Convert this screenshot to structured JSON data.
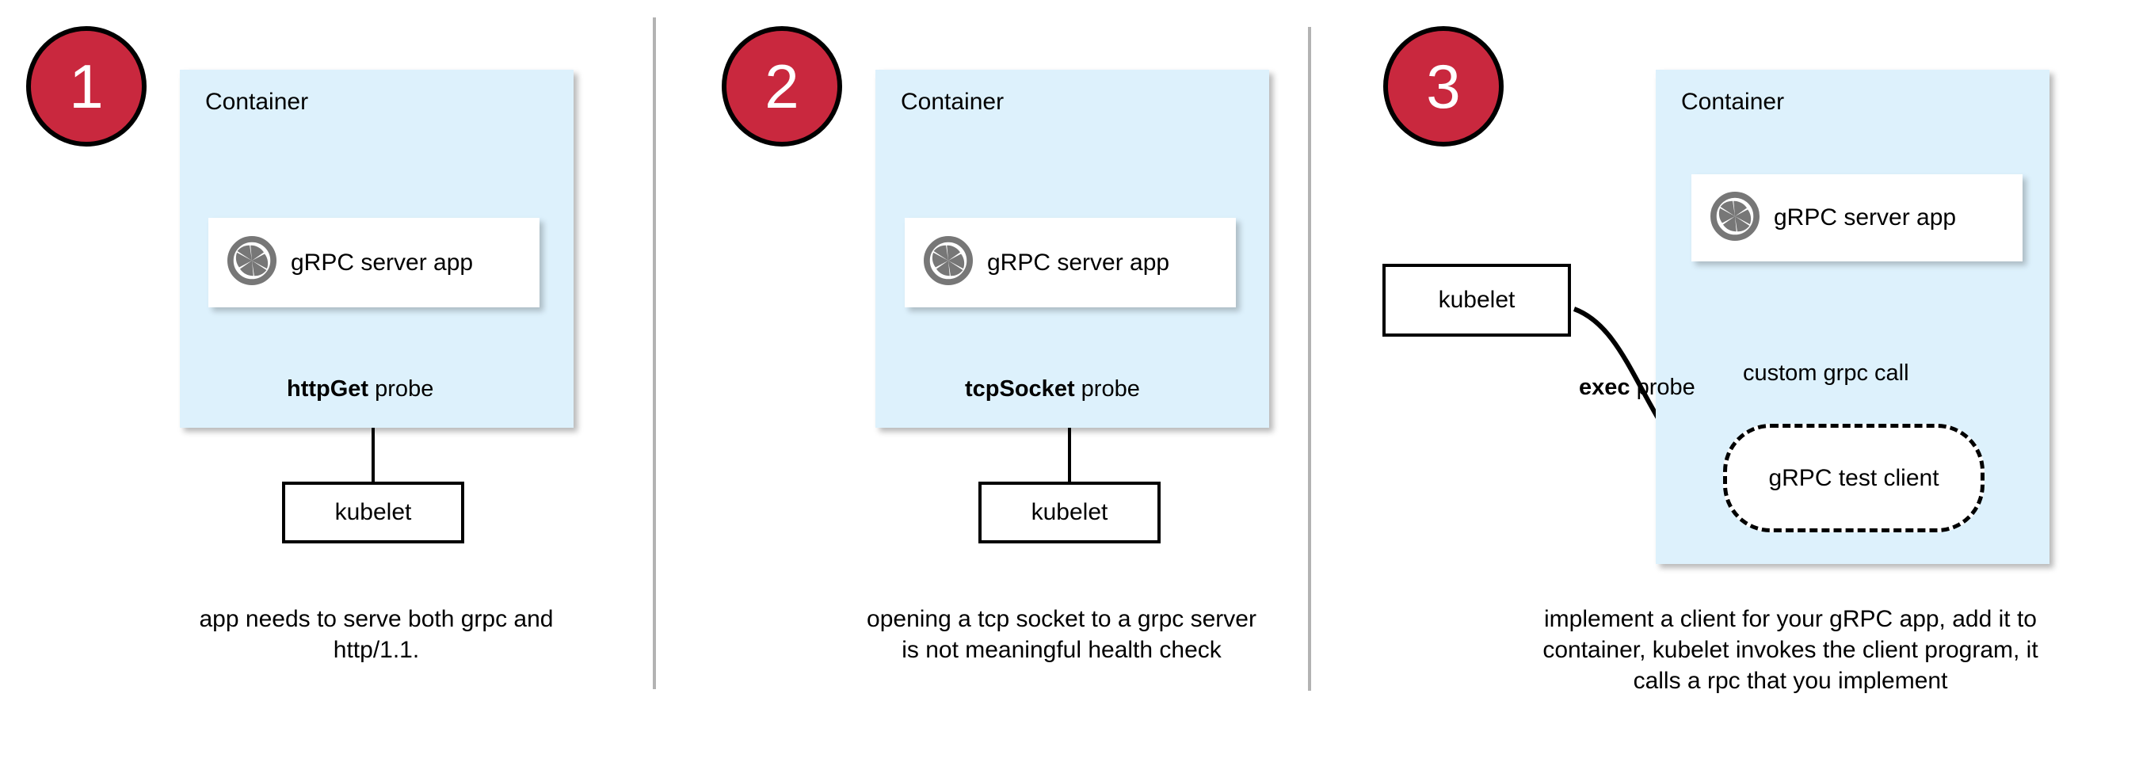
{
  "theme": {
    "badge_fill": "#c9283e",
    "badge_text": "#ffffff",
    "container_fill": "#ddf1fc",
    "card_fill": "#ffffff",
    "stroke": "#000000",
    "divider": "#b3b3b3",
    "icon_gray": "#777777"
  },
  "panels": [
    {
      "badge": "1",
      "container_label": "Container",
      "app_label": "gRPC server app",
      "app_icon": "grpc-aperture-icon",
      "probe_label_bold": "httpGet",
      "probe_label_rest": " probe",
      "kubelet_label": "kubelet",
      "caption": "app needs to serve both grpc and http/1.1."
    },
    {
      "badge": "2",
      "container_label": "Container",
      "app_label": "gRPC server app",
      "app_icon": "grpc-aperture-icon",
      "probe_label_bold": "tcpSocket",
      "probe_label_rest": " probe",
      "kubelet_label": "kubelet",
      "caption": "opening a tcp socket to a grpc server is not meaningful health check"
    },
    {
      "badge": "3",
      "container_label": "Container",
      "app_label": "gRPC server app",
      "app_icon": "grpc-aperture-icon",
      "probe_label_bold": "exec",
      "probe_label_rest": " probe",
      "kubelet_label": "kubelet",
      "call_label": "custom grpc call",
      "test_client_label": "gRPC test client",
      "caption": "implement a client for your gRPC app, add it to container, kubelet invokes the client program, it calls a rpc that you implement"
    }
  ]
}
